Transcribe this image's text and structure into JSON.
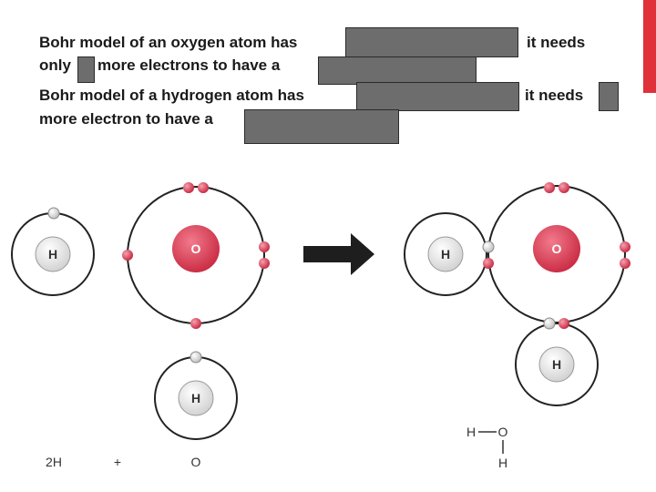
{
  "text": {
    "line1a": "Bohr model of an oxygen atom has",
    "line1b": "it needs",
    "line2a": "only",
    "line2b": "more electrons to have a",
    "line3a": "Bohr model of a hydrogen atom has",
    "line3b": "it needs",
    "line4a": "more electron to have a"
  },
  "atoms": {
    "hydrogen_symbol": "H",
    "oxygen_symbol": "O"
  },
  "equation": {
    "lhs": "2H",
    "plus": "+",
    "rhs": "O"
  },
  "structural": {
    "h_top": "H",
    "o": "O",
    "h_bottom": "H"
  },
  "colors": {
    "accent": "#e0303a",
    "redaction": "#6d6d6d",
    "electron": "#d8324a",
    "hydrogen_electron": "#d7d7d7",
    "oxygen_nucleus": "#d8344c",
    "hydrogen_nucleus": "#e6e6e6",
    "orbit": "#222222",
    "arrow": "#1e1e1e"
  },
  "icons": {
    "arrow": "right-arrow-icon"
  }
}
